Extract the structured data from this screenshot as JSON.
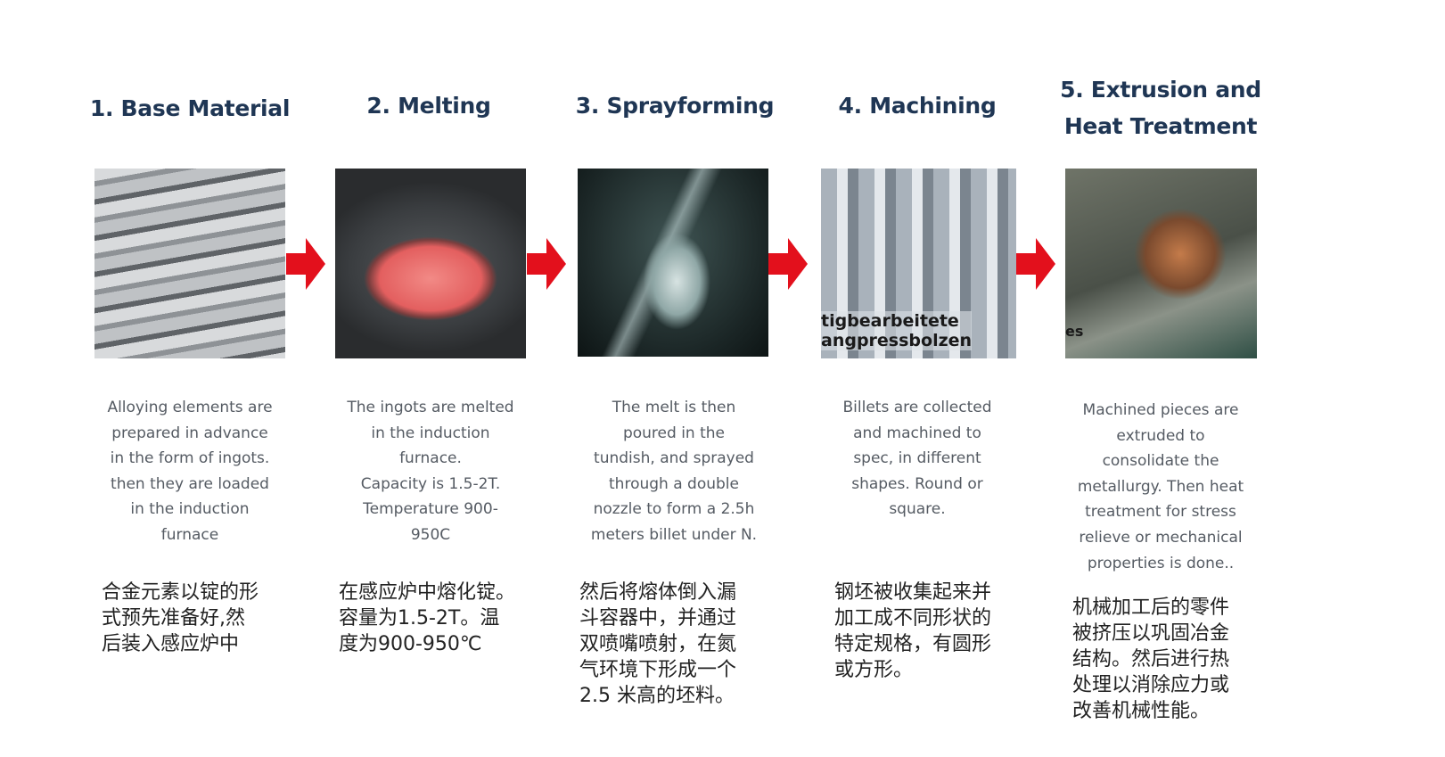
{
  "accent_color": "#e3101c",
  "heading_color": "#1f3654",
  "steps": [
    {
      "title": "1. Base Material",
      "image": "aluminium-ingots-photo",
      "desc": "Alloying elements are\nprepared in advance\nin the form of ingots.\nthen they are loaded\nin the induction\nfurnace",
      "cn": "合金元素以锭的形\n式预先准备好,然\n后装入感应炉中"
    },
    {
      "title": "2. Melting",
      "image": "induction-furnace-photo",
      "desc": "The ingots are melted\nin the induction\nfurnace.\nCapacity is 1.5-2T.\nTemperature 900-\n950C",
      "cn": "在感应炉中熔化锭。\n容量为1.5-2T。温\n度为900-950℃"
    },
    {
      "title": "3. Sprayforming",
      "image": "sprayforming-chamber-photo",
      "desc": "The melt is then\npoured in the\ntundish, and sprayed\nthrough a double\nnozzle  to form a 2.5h\nmeters billet under N.",
      "cn": "然后将熔体倒入漏\n斗容器中，并通过\n双喷嘴喷射，在氮\n气环境下形成一个\n2.5 米高的坯料。"
    },
    {
      "title": "4. Machining",
      "image": "machined-billets-photo",
      "overlay": "tigbearbeitete\nangpressbolzen",
      "desc": "Billets are collected\nand machined to\nspec, in different\nshapes. Round or\nsquare.",
      "cn": "钢坯被收集起来并\n加工成不同形状的\n特定规格，有圆形\n或方形。"
    },
    {
      "title": "5. Extrusion and\nHeat Treatment",
      "image": "extrusion-press-photo",
      "overlay": "es",
      "desc": "Machined pieces are\nextruded to\nconsolidate the\nmetallurgy. Then heat\ntreatment for stress\nrelieve or mechanical\nproperties is done..",
      "cn": "机械加工后的零件\n被挤压以巩固冶金\n结构。然后进行热\n处理以消除应力或\n改善机械性能。"
    }
  ]
}
